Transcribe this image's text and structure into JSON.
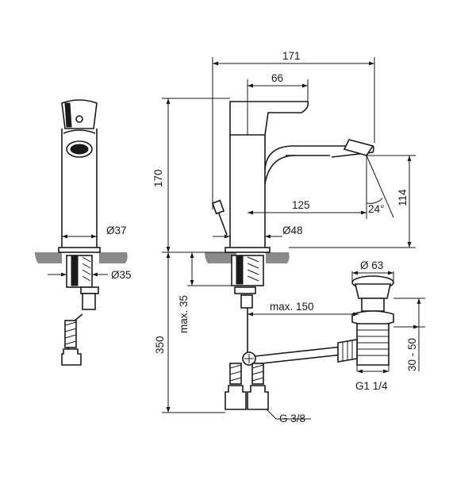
{
  "dimensions": {
    "total_width": "171",
    "spout_offset": "66",
    "total_height": "170",
    "spout_reach": "125",
    "spout_height": "114",
    "spout_angle": "24°",
    "body_diameter_side": "Ø37",
    "body_diameter_front": "Ø48",
    "shank_diameter": "Ø35",
    "max_thickness": "max. 35",
    "hose_length": "350",
    "waste_diameter": "Ø 63",
    "rod_reach": "max. 150",
    "waste_adjust": "30 - 50",
    "waste_thread": "G1 1/4",
    "hose_thread": "G 3/8"
  }
}
